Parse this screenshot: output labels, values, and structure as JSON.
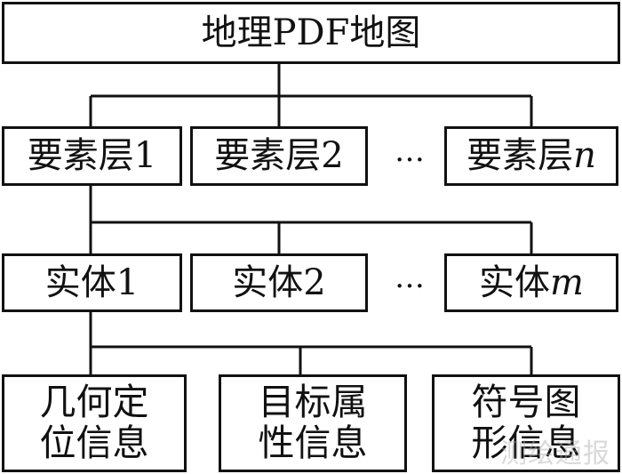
{
  "diagram": {
    "root": {
      "label": "地理PDF地图"
    },
    "layers": [
      {
        "text": "要素层",
        "suffix": "1",
        "italic": false
      },
      {
        "text": "要素层",
        "suffix": "2",
        "italic": false
      },
      {
        "text": "要素层",
        "suffix": "n",
        "italic": true
      }
    ],
    "entities": [
      {
        "text": "实体",
        "suffix": "1",
        "italic": false
      },
      {
        "text": "实体",
        "suffix": "2",
        "italic": false
      },
      {
        "text": "实体",
        "suffix": "m",
        "italic": true
      }
    ],
    "info": [
      {
        "line1": "几何定",
        "line2": "位信息"
      },
      {
        "line1": "目标属",
        "line2": "性信息"
      },
      {
        "line1": "符号图",
        "line2": "形信息"
      }
    ],
    "ellipsis": "…",
    "watermark": "测绘通报"
  }
}
